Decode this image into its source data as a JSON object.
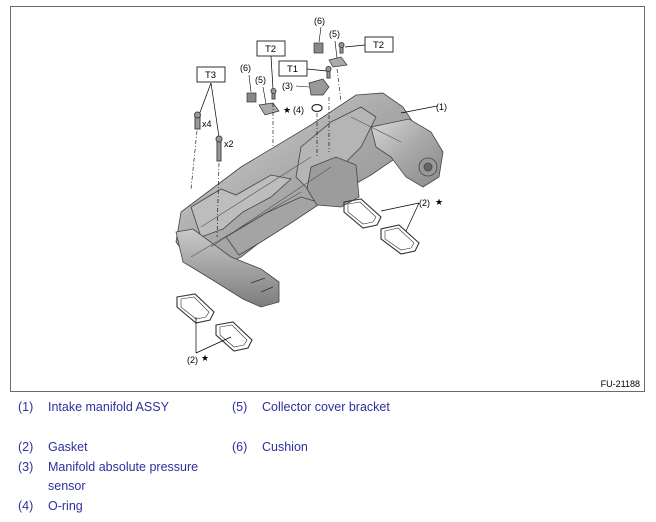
{
  "figure": {
    "figure_id": "FU-21188",
    "callouts": {
      "c1": "(1)",
      "c2a": "(2)",
      "c2b": "(2)",
      "c3": "(3)",
      "c4": "(4)",
      "c5a": "(5)",
      "c5b": "(5)",
      "c6a": "(6)",
      "c6b": "(6)",
      "star": "★",
      "t1": "T1",
      "t2a": "T2",
      "t2b": "T2",
      "t3": "T3",
      "x4": "x4",
      "x2": "x2"
    }
  },
  "legend": [
    {
      "num": "(1)",
      "text": "Intake manifold ASSY"
    },
    {
      "num": "(2)",
      "text": "Gasket"
    },
    {
      "num": "(3)",
      "text": "Manifold absolute pressure sensor"
    },
    {
      "num": "(4)",
      "text": "O-ring"
    },
    {
      "num": "(5)",
      "text": "Collector cover bracket"
    },
    {
      "num": "(6)",
      "text": "Cushion"
    }
  ]
}
